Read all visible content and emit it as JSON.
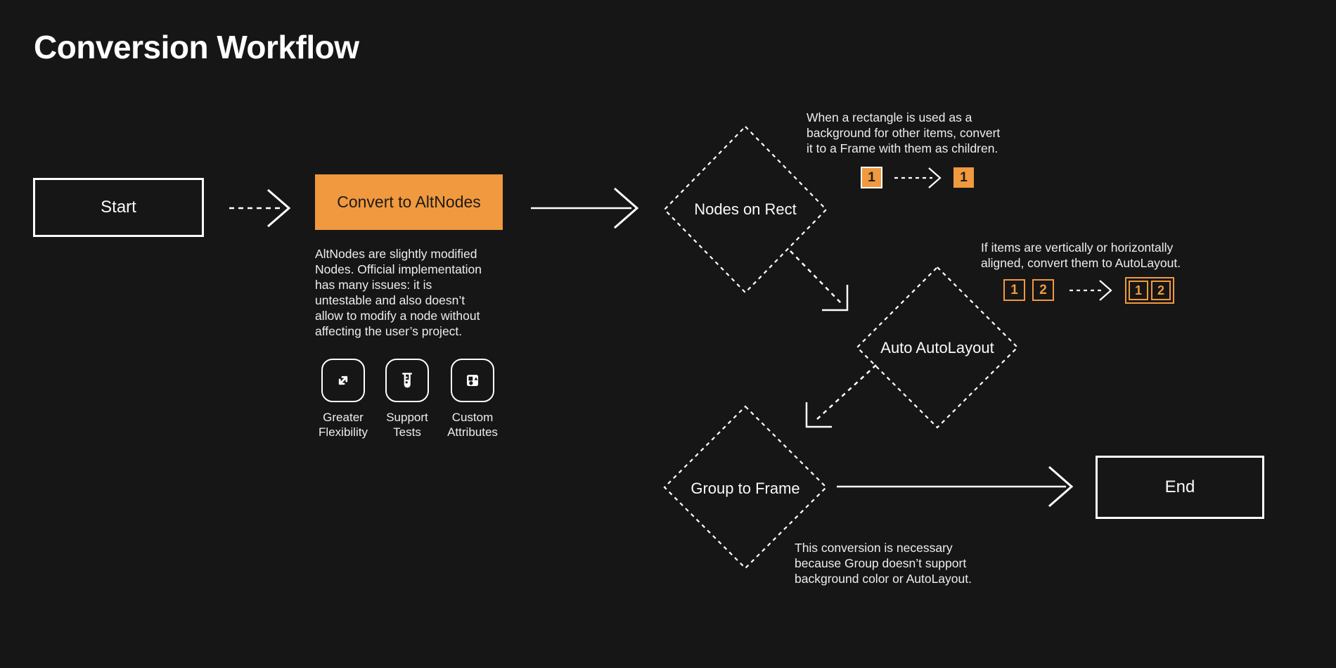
{
  "page": {
    "title": "Conversion Workflow"
  },
  "colors": {
    "background": "#161616",
    "accent_orange": "#F0993E",
    "line_white": "#FFFFFF",
    "text_light": "#EDEDED",
    "text_dark": "#1E1B17"
  },
  "nodes": {
    "start": {
      "label": "Start"
    },
    "convert_to_altnodes": {
      "label": "Convert to AltNodes",
      "description": "AltNodes are slightly modified\nNodes. Official implementation\nhas many issues: it is\nuntestable and also doesn’t\nallow to modify a node without\naffecting the user’s project."
    },
    "nodes_on_rect": {
      "label": "Nodes on Rect"
    },
    "auto_autolayout": {
      "label": "Auto AutoLayout"
    },
    "group_to_frame": {
      "label": "Group to Frame"
    },
    "end": {
      "label": "End"
    }
  },
  "benefits": [
    {
      "icon": "expand-arrows-icon",
      "label": "Greater\nFlexibility"
    },
    {
      "icon": "test-tube-icon",
      "label": "Support\nTests"
    },
    {
      "icon": "shapes-icon",
      "label": "Custom\nAttributes"
    }
  ],
  "annotations": {
    "rect_to_frame": {
      "text": "When a rectangle is used as a\nbackground for other items, convert\nit to a Frame with them as children.",
      "before_label": "1",
      "after_label": "1"
    },
    "autolayout": {
      "text": "If items are vertically or horizontally\naligned, convert them to AutoLayout.",
      "before": [
        "1",
        "2"
      ],
      "after": [
        "1",
        "2"
      ]
    },
    "group_frame": {
      "text": "This conversion is necessary\nbecause Group doesn’t support\nbackground color or AutoLayout."
    }
  }
}
